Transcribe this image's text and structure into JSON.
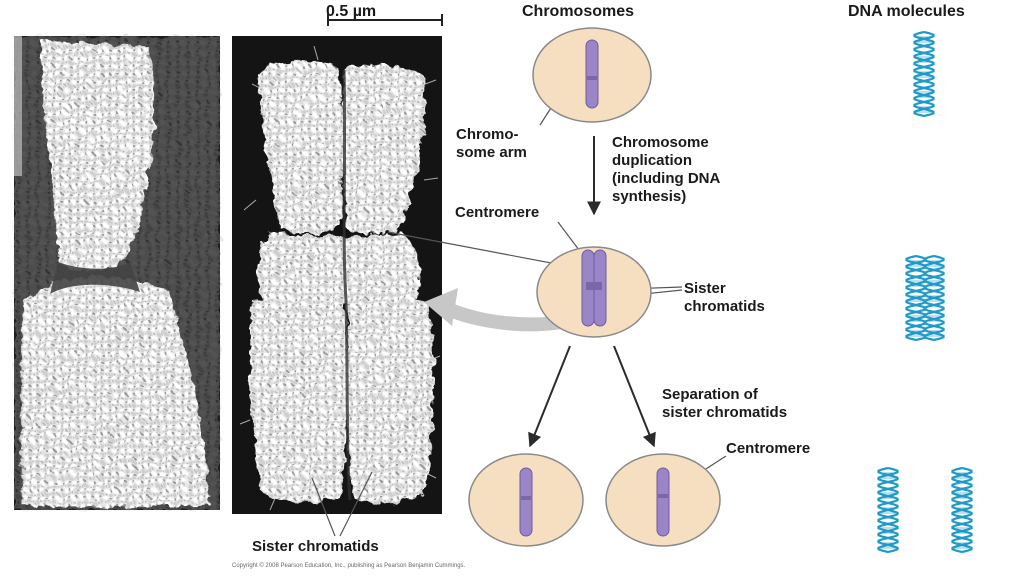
{
  "scale_bar": {
    "label": "0.5 µm"
  },
  "columns": {
    "chromosomes": "Chromosomes",
    "dna_molecules": "DNA molecules"
  },
  "labels": {
    "chromosome_arm_line1": "Chromo-",
    "chromosome_arm_line2": "some arm",
    "duplication_line1": "Chromosome",
    "duplication_line2": "duplication",
    "duplication_line3": "(including DNA",
    "duplication_line4": "synthesis)",
    "centromere_top": "Centromere",
    "sister_chromatids_line1": "Sister",
    "sister_chromatids_line2": "chromatids",
    "separation_line1": "Separation of",
    "separation_line2": "sister chromatids",
    "centromere_bottom": "Centromere",
    "sister_chromatids_bottom": "Sister chromatids"
  },
  "copyright": "Copyright © 2008 Pearson Education, Inc., publishing as Pearson Benjamin Cummings.",
  "colors": {
    "cell_fill": "#f6dfc0",
    "cell_stroke": "#8a8a8a",
    "chromosome": "#9a86c6",
    "chromosome_stroke": "#6e5aa3",
    "dna": "#1f9ac9",
    "arrow": "#2b2b2b",
    "curved_arrow": "#c7c7c7"
  }
}
